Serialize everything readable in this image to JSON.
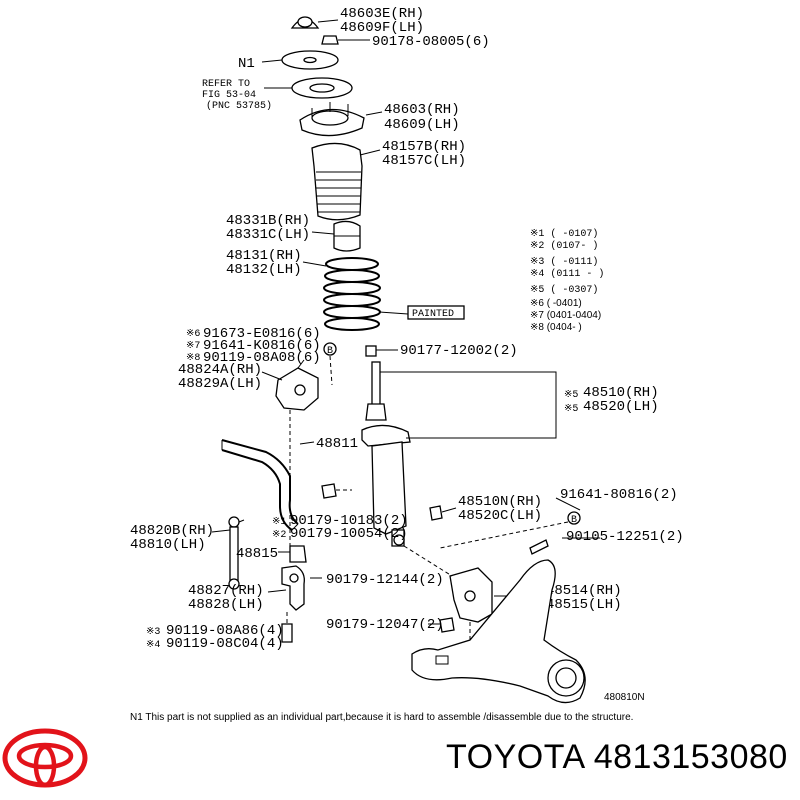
{
  "labels": {
    "p48603E": "48603E(RH)",
    "p48609F": "48609F(LH)",
    "n1": "N1",
    "p90178": "90178-08005(6)",
    "refer1": "REFER TO",
    "refer2": "FIG 53-04",
    "refer3": "(PNC 53785)",
    "p48603": "48603(RH)",
    "p48609": "48609(LH)",
    "p48157B": "48157B(RH)",
    "p48157C": "48157C(LH)",
    "p48331B": "48331B(RH)",
    "p48331C": "48331C(LH)",
    "p48131": "48131(RH)",
    "p48132": "48132(LH)",
    "painted": "PAINTED",
    "p91673": "91673-E0816(6)",
    "p91641k": "91641-K0816(6)",
    "p90119a": "90119-08A08(6)",
    "p90177": "90177-12002(2)",
    "p48824A": "48824A(RH)",
    "p48829A": "48829A(LH)",
    "p48510": "48510(RH)",
    "p48520": "48520(LH)",
    "p48811": "48811",
    "p48510N": "48510N(RH)",
    "p48520C": "48520C(LH)",
    "p91641_8": "91641-80816(2)",
    "p90179_10183": "90179-10183(2)",
    "p90179_10054": "90179-10054(2)",
    "p48820B": "48820B(RH)",
    "p48810": "48810(LH)",
    "p48815": "48815",
    "p90105": "90105-12251(2)",
    "p90179_12144": "90179-12144(2)",
    "p48827": "48827(RH)",
    "p48828": "48828(LH)",
    "p48514": "48514(RH)",
    "p48515": "48515(LH)",
    "p90179_12047": "90179-12047(2)",
    "p90119_86": "90119-08A86(4)",
    "p90119_c04": "90119-08C04(4)",
    "figno": "480810N",
    "note": "N1   This part is not supplied as an individual part,because it is hard to assemble /disassemble due to the structure."
  },
  "markers": {
    "m1": "※1",
    "m2": "※2",
    "m3": "※3",
    "m4": "※4",
    "m5": "※5",
    "m6": "※6",
    "m7": "※7",
    "m8": "※8",
    "b": "B"
  },
  "date_notes": {
    "d1": "※1 (         -0107)",
    "d2": "※2 (0107-         )",
    "d3": "※3 (         -0111)",
    "d4": "※4 (0111 -         )",
    "d5": "※5 (         -0307)",
    "d6": "※6 (     -0401)",
    "d7": "※7 (0401-0404)",
    "d8": "※8 (0404-     )"
  },
  "brand": {
    "text": "TOYOTA 4813153080",
    "logo_color": "#e2131a"
  }
}
